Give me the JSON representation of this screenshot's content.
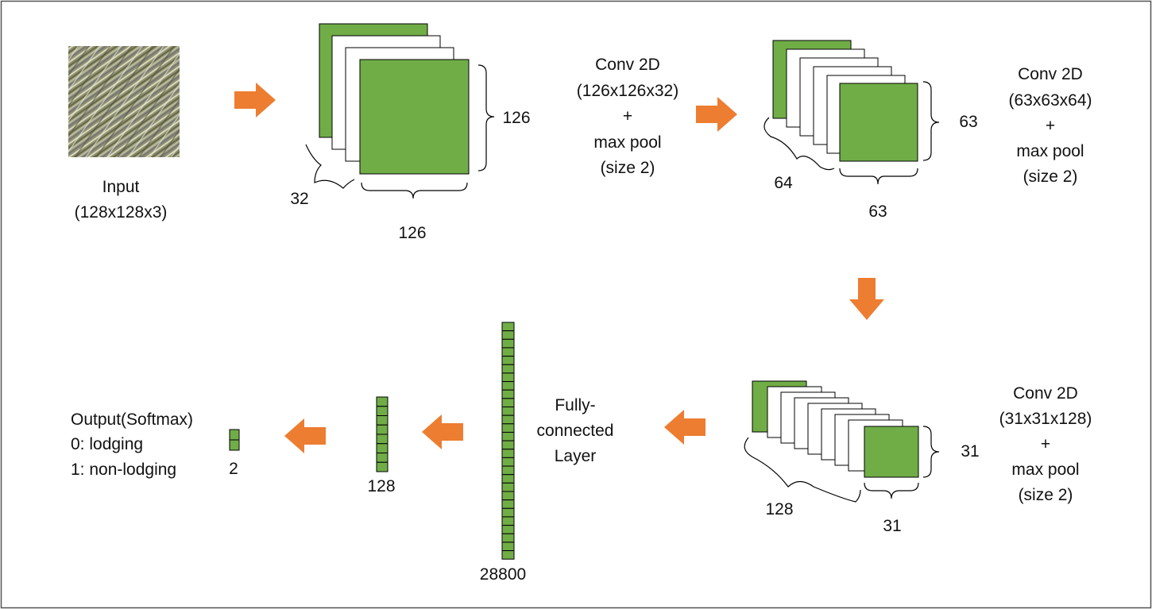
{
  "colors": {
    "feature_map": "#70ad47",
    "arrow": "#ed7d31",
    "outline": "#000000",
    "frame": "#555555"
  },
  "input": {
    "label": "Input",
    "shape": "(128x128x3)",
    "image_icon": "crop-texture-image"
  },
  "conv1": {
    "height": "126",
    "width": "126",
    "depth": "32",
    "op_lines": [
      "Conv 2D",
      "(126x126x32)",
      "+",
      "max pool",
      "(size 2)"
    ]
  },
  "conv2": {
    "height": "63",
    "width": "63",
    "depth": "64",
    "op_lines": [
      "Conv 2D",
      "(63x63x64)",
      "+",
      "max pool",
      "(size 2)"
    ]
  },
  "conv3": {
    "height": "31",
    "width": "31",
    "depth": "128",
    "op_lines": [
      "Conv 2D",
      "(31x31x128)",
      "+",
      "max pool",
      "(size 2)"
    ]
  },
  "fully_connected": {
    "label_lines": [
      "Fully-",
      "connected",
      "Layer"
    ],
    "size": "28800"
  },
  "dense": {
    "size": "128"
  },
  "output": {
    "title": "Output(Softmax)",
    "class0": "0: lodging",
    "class1": "1: non-lodging",
    "size": "2"
  }
}
